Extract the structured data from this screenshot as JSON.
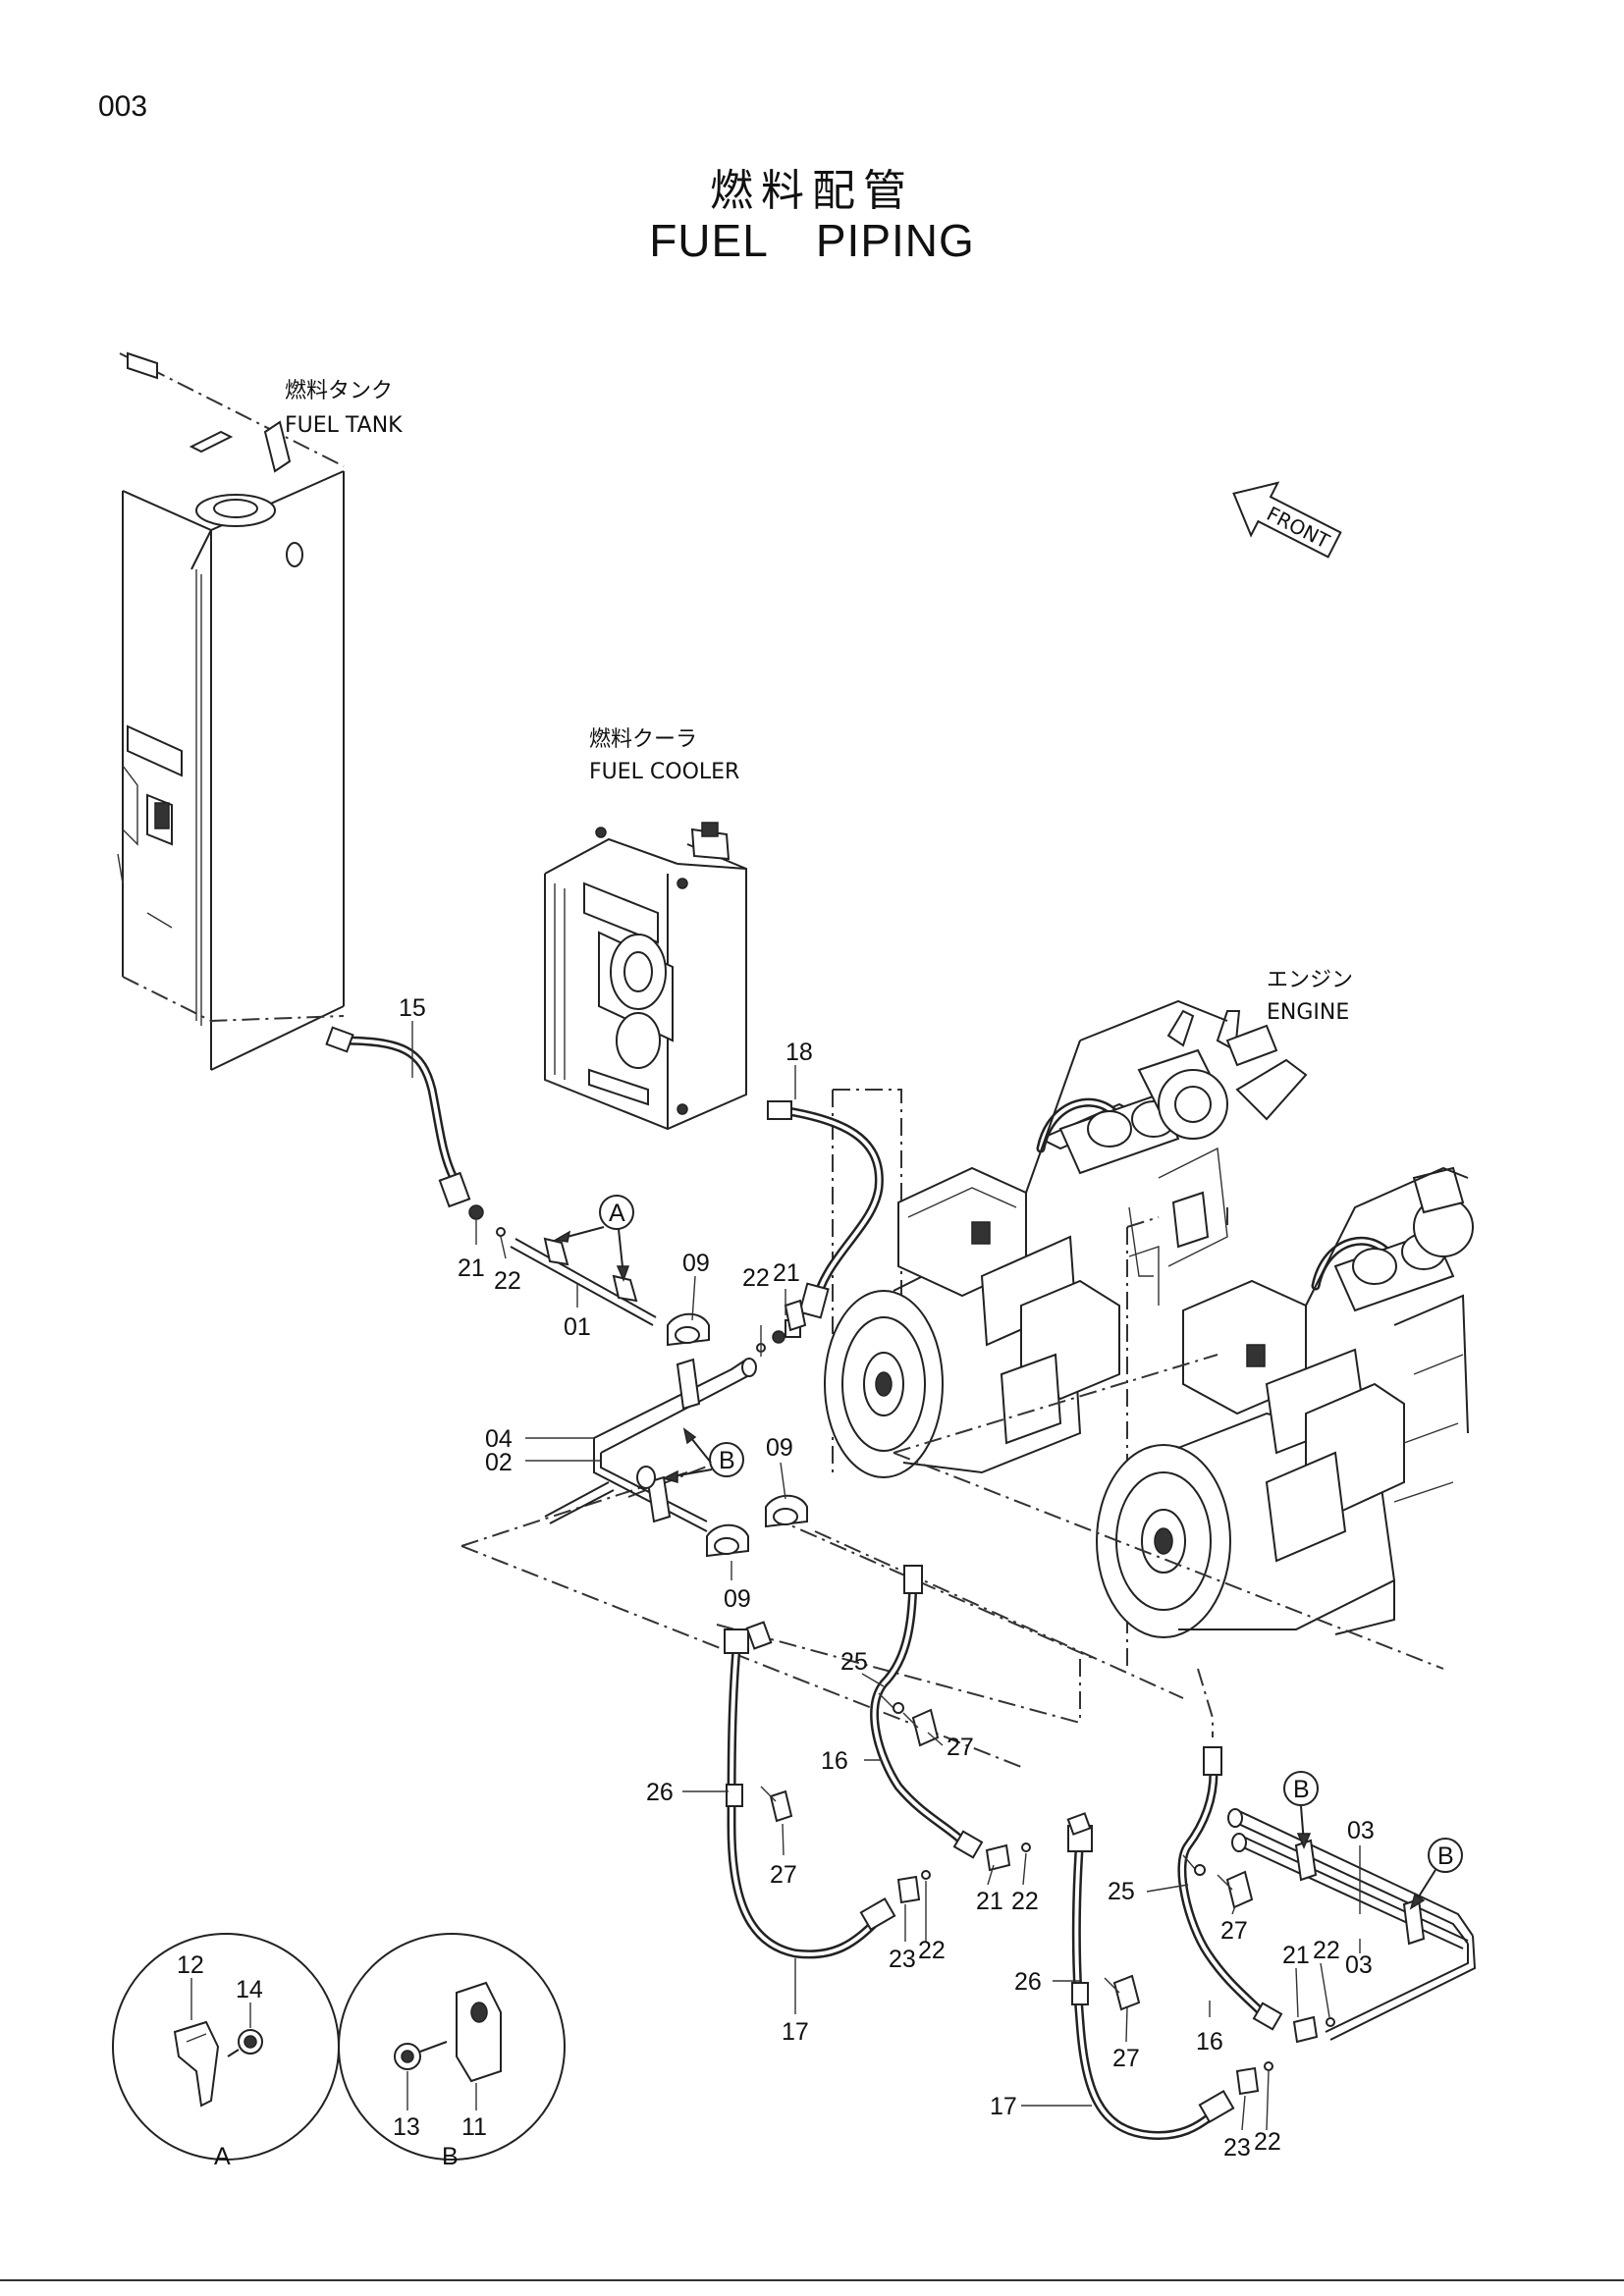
{
  "page": {
    "number": "003"
  },
  "title": {
    "jp": "燃料配管",
    "en": "FUEL PIPING"
  },
  "components": {
    "fuel_tank": {
      "jp": "燃料タンク",
      "en": "FUEL TANK"
    },
    "fuel_cooler": {
      "jp": "燃料クーラ",
      "en": "FUEL COOLER"
    },
    "engine": {
      "jp": "エンジン",
      "en": "ENGINE"
    },
    "front": "FRONT"
  },
  "callouts": {
    "a": "A",
    "b": "B"
  },
  "part_numbers": {
    "p15": "15",
    "p18": "18",
    "p21a": "21",
    "p22a": "22",
    "p01": "01",
    "p09a": "09",
    "p22b": "22",
    "p21b": "21",
    "p04": "04",
    "p02": "02",
    "p09b": "09",
    "p09c": "09",
    "p25a": "25",
    "p16a": "16",
    "p27a": "27",
    "p26a": "26",
    "p27b": "27",
    "p21c": "21",
    "p22c": "22",
    "p23a": "23",
    "p22d": "22",
    "p17a": "17",
    "p03a": "03",
    "p03b": "03",
    "p25b": "25",
    "p27c": "27",
    "p21d": "21",
    "p22e": "22",
    "p26b": "26",
    "p27d": "27",
    "p16b": "16",
    "p17b": "17",
    "p23b": "23",
    "p22f": "22",
    "p12": "12",
    "p14": "14",
    "p13": "13",
    "p11": "11"
  },
  "detail_views": {
    "a": "A",
    "b": "B"
  }
}
